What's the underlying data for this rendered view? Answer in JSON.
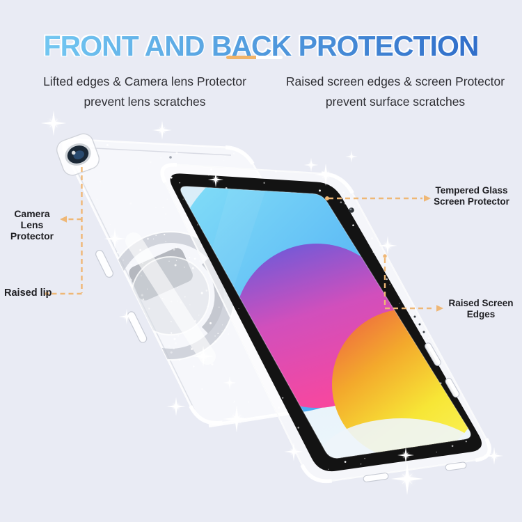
{
  "colors": {
    "background": "#e9ebf4",
    "title_gradient_start": "#72c6f1",
    "title_gradient_end": "#316fca",
    "divider_orange": "#f1b469",
    "divider_white": "#ffffff",
    "text_dark": "#2e2e33",
    "label_dark": "#1e1e22",
    "annotation": "#efb775",
    "bezel": "#131313",
    "screen_bg_light": "#d9edf8",
    "screen_bg_lighter": "#ebf5fb",
    "blob_cyan_light": "#87e4f8",
    "blob_cyan_deep": "#3f9ff3",
    "blob_purple": "#6f5ad8",
    "blob_magenta": "#d14fbc",
    "blob_pink": "#f8479e",
    "blob_red": "#ee5a45",
    "blob_amber": "#f3a92c",
    "blob_yellow": "#f7e636",
    "blob_yellow_light": "#faf155",
    "glass_white": "#eef5fa"
  },
  "header": {
    "title": "FRONT AND BACK PROTECTION"
  },
  "descriptions": {
    "left": {
      "line1": "Lifted edges & Camera lens Protector",
      "line2": "prevent lens scratches"
    },
    "right": {
      "line1": "Raised screen edges & screen Protector",
      "line2": "prevent surface scratches"
    }
  },
  "callouts": {
    "camera": {
      "line1": "Camera",
      "line2": "Lens Protector"
    },
    "raised_lip": {
      "label": "Raised lip"
    },
    "tempered_glass": {
      "line1": "Tempered Glass",
      "line2": "Screen Protector"
    },
    "raised_edges": {
      "line1": "Raised Screen",
      "line2": "Edges"
    }
  },
  "decor": {
    "sparkle_icon": "four-point-star-flare"
  }
}
